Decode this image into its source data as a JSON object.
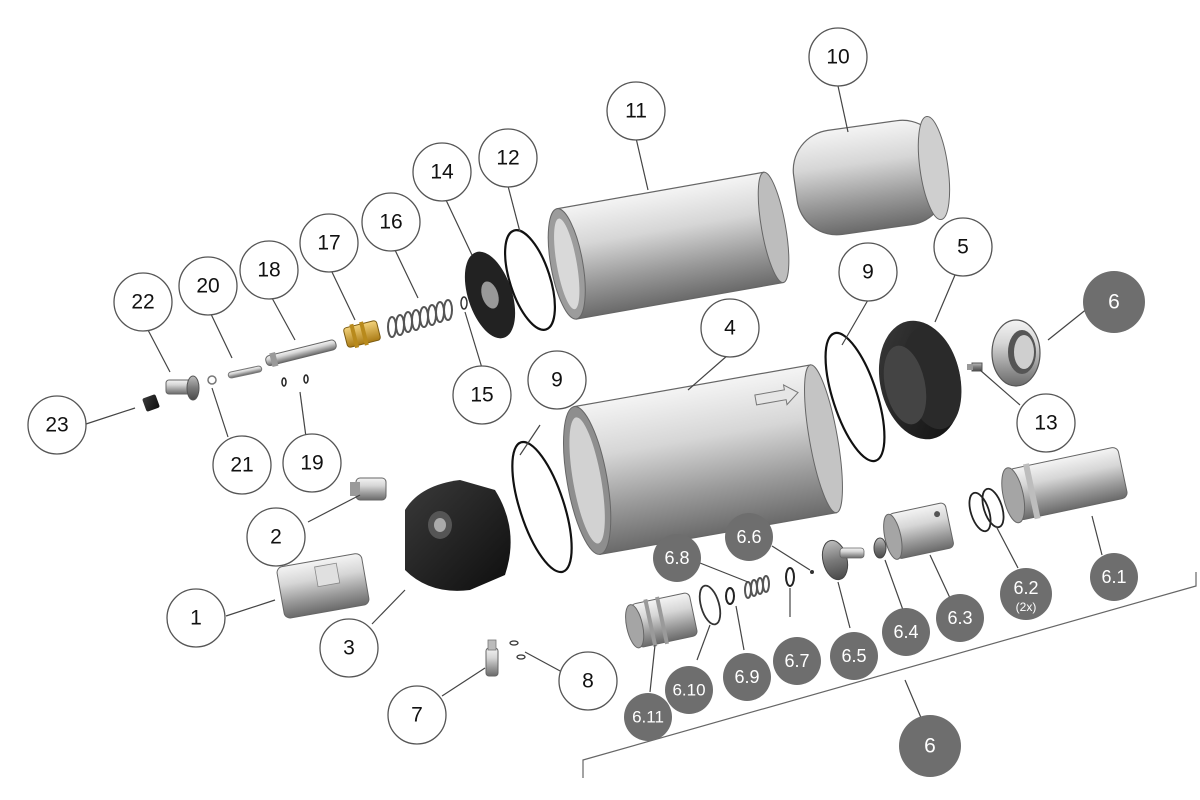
{
  "callouts": {
    "c1": "1",
    "c2": "2",
    "c3": "3",
    "c4": "4",
    "c5": "5",
    "c6_top": "6",
    "c7": "7",
    "c8": "8",
    "c9_left": "9",
    "c9_right": "9",
    "c10": "10",
    "c11": "11",
    "c12": "12",
    "c13": "13",
    "c14": "14",
    "c15": "15",
    "c16": "16",
    "c17": "17",
    "c18": "18",
    "c19": "19",
    "c20": "20",
    "c21": "21",
    "c22": "22",
    "c23": "23",
    "c6_1": "6.1",
    "c6_2": "6.2",
    "c6_2_qty": "(2x)",
    "c6_3": "6.3",
    "c6_4": "6.4",
    "c6_5": "6.5",
    "c6_6": "6.6",
    "c6_7": "6.7",
    "c6_8": "6.8",
    "c6_9": "6.9",
    "c6_10": "6.10",
    "c6_11": "6.11",
    "c6_bottom": "6"
  },
  "colors": {
    "outline_callout_stroke": "#555555",
    "filled_callout": "#6e6e6e",
    "leader": "#444444",
    "metal_light": "#e8e8e8",
    "metal_dark": "#8a8a8a",
    "dark_part": "#1c1c1c",
    "brass": "#d4a32a"
  }
}
